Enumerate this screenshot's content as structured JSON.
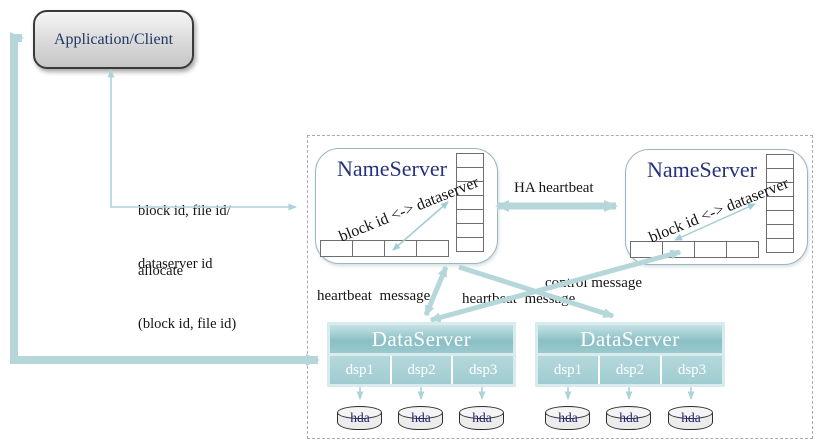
{
  "client": {
    "label": "Application/Client"
  },
  "edge_labels": {
    "request_line1": "block id, file id/",
    "request_line2": "allocate",
    "response_line1": "dataserver id",
    "response_line2": "(block id, file id)",
    "ha_heartbeat": "HA heartbeat",
    "heartbeat_left": "heartbeat  message",
    "control": "control message",
    "heartbeat_right": "heartbeat  message"
  },
  "nameservers": [
    {
      "title": "NameServer",
      "mapping": "block id <-> dataserver"
    },
    {
      "title": "NameServer",
      "mapping": "block id <-> dataserver"
    }
  ],
  "dataservers": [
    {
      "title": "DataServer",
      "partitions": [
        "dsp1",
        "dsp2",
        "dsp3"
      ],
      "disks": [
        "hda",
        "hda",
        "hda"
      ]
    },
    {
      "title": "DataServer",
      "partitions": [
        "dsp1",
        "dsp2",
        "dsp3"
      ],
      "disks": [
        "hda",
        "hda",
        "hda"
      ]
    }
  ],
  "colors": {
    "arrow_teal": "#b5d7da",
    "thin_arrow_teal": "#aed3d8",
    "inner_arrow_teal": "#9fcdd6",
    "navy_text": "#27327d",
    "dataserver_teal": "#8abfc5"
  }
}
